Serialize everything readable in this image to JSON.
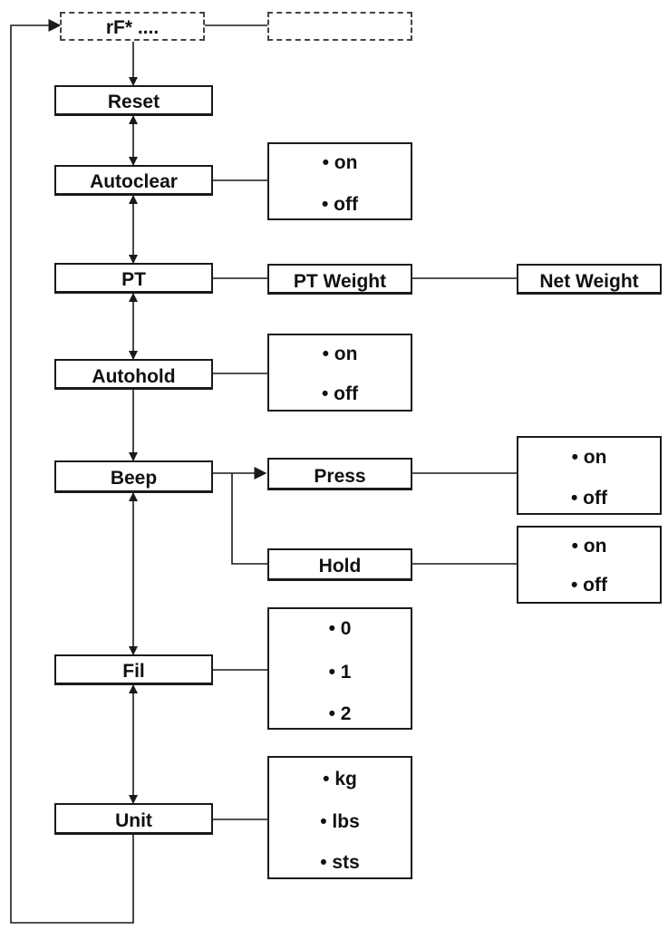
{
  "menu": {
    "top": "rF* ....",
    "items": [
      "Reset",
      "Autoclear",
      "PT",
      "Autohold",
      "Beep",
      "Fil",
      "Unit"
    ]
  },
  "pt": {
    "weight": "PT Weight",
    "net": "Net Weight"
  },
  "beep": {
    "press": "Press",
    "hold": "Hold"
  },
  "options": {
    "autoclear": [
      "• on",
      "• off"
    ],
    "autohold": [
      "• on",
      "• off"
    ],
    "press": [
      "• on",
      "• off"
    ],
    "hold": [
      "• on",
      "• off"
    ],
    "fil": [
      "• 0",
      "• 1",
      "• 2"
    ],
    "unit": [
      "• kg",
      "• lbs",
      "• sts"
    ]
  }
}
